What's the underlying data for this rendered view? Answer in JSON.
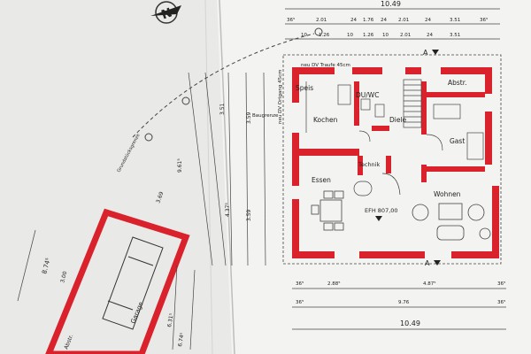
{
  "photo": {
    "north_mark": "N",
    "dimensions": {
      "top_total": "10.49",
      "top_row_1": [
        "36⁵",
        "2.01",
        "24",
        "1.76",
        "24",
        "2.01",
        "24",
        "3.51",
        "36⁵"
      ],
      "top_row_2": [
        "10",
        "1.26",
        "10",
        "1.26",
        "10",
        "2.01",
        "24",
        "3.51"
      ],
      "bottom_row_1": [
        "36⁵",
        "2.88⁵",
        "4.87⁵",
        "36⁵"
      ],
      "bottom_row_2": [
        "36⁵",
        "9.76",
        "36⁵"
      ],
      "bottom_total": "10.49",
      "left_stack": [
        "9.61⁵",
        "3.51",
        "4.37⁵",
        "3.59",
        "3.59",
        "8.74⁵"
      ],
      "garage": [
        "6.74⁵",
        "3.69",
        "6.31⁵",
        "3.00"
      ]
    },
    "notes": {
      "trauf": "neu DV Traufe 45cm",
      "ortgang": "neu DV Ortgang 45cm",
      "baugrenze": "Baugrenze",
      "grundstueck": "Grundstücksgrenze",
      "section_a": "A"
    },
    "rooms": {
      "speis": "Speis",
      "duwc": "DU/WC",
      "abstr_top": "Abstr.",
      "kochen": "Kochen",
      "diele": "Diele",
      "gast": "Gast",
      "technik": "Technik",
      "essen": "Essen",
      "wohnen": "Wohnen",
      "garage": "Garage",
      "abstr_garage": "Abstr."
    },
    "level": "EFH 807,00",
    "colors": {
      "paper": "#f3f3f1",
      "wall": "#d9222b",
      "line": "#3a3a3a",
      "background": "#cfcfcc"
    }
  }
}
